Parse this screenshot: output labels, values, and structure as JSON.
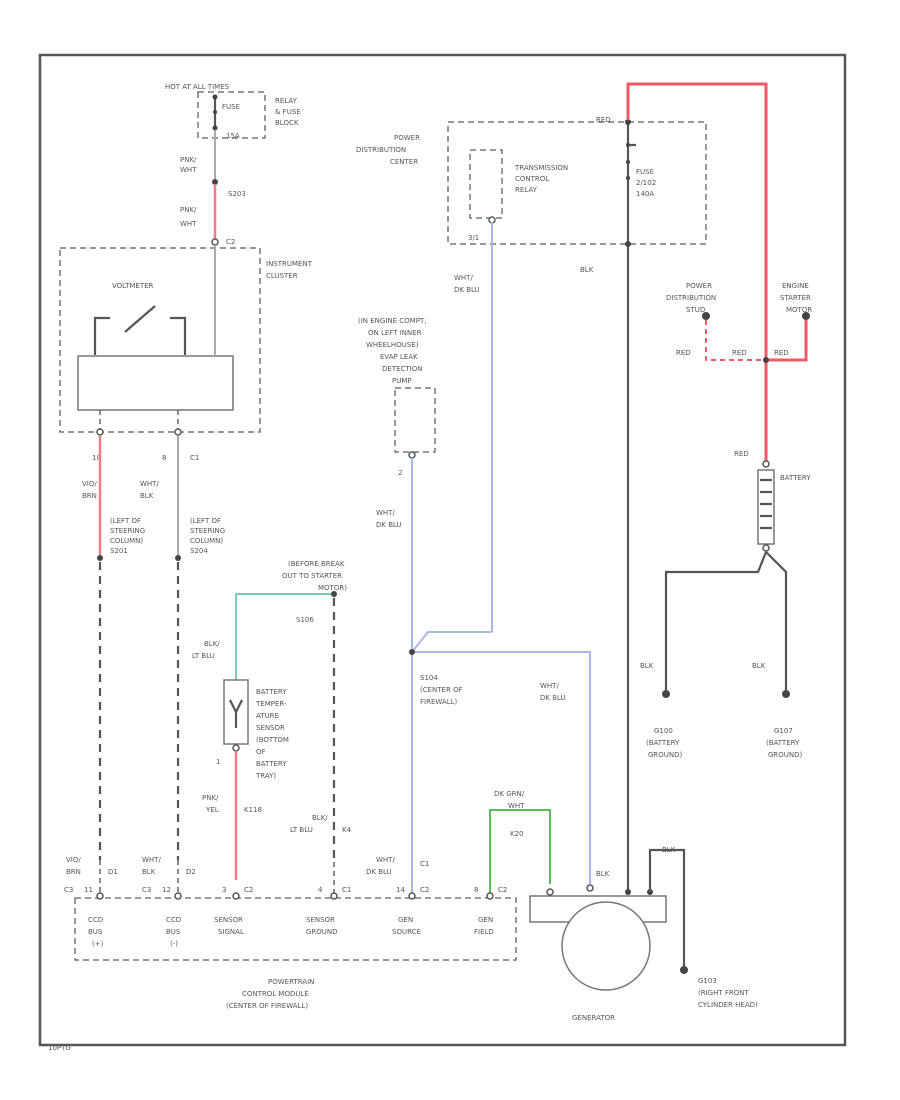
{
  "diagram": {
    "id_label": "10PTG",
    "top_left": {
      "hot_label": "HOT AT ALL TIMES",
      "fuse_label": "FUSE",
      "fuse_rating": "15A",
      "relay_label": [
        "RELAY",
        "& FUSE",
        "BLOCK"
      ],
      "wire1_color": [
        "PNK/",
        "WHT"
      ],
      "splice": "S203",
      "wire2_color": [
        "PNK/",
        "WHT"
      ],
      "connector": "C2"
    },
    "instrument_cluster": {
      "label": [
        "INSTRUMENT",
        "CLUSTER"
      ],
      "voltmeter": "VOLTMETER",
      "pin_left": "10",
      "pin_right": "8",
      "conn_right": "C1"
    },
    "cluster_wires": {
      "left_color": [
        "VIO/",
        "BRN"
      ],
      "left_loc": [
        "(LEFT OF",
        "STEERING",
        "COLUMN)",
        "S201"
      ],
      "right_color": [
        "WHT/",
        "BLK"
      ],
      "right_loc": [
        "(LEFT OF",
        "STEERING",
        "COLUMN)",
        "S204"
      ]
    },
    "pdc": {
      "label": [
        "POWER",
        "DISTRIBUTION",
        "CENTER"
      ],
      "relay_label": [
        "TRANSMISSION",
        "CONTROL",
        "RELAY"
      ],
      "fuse_label": [
        "FUSE",
        "2/102",
        "140A"
      ],
      "fuse_wire": "RED",
      "pin": "3/1",
      "out_wire": "BLK"
    },
    "starter_area": {
      "pd_stud": [
        "POWER",
        "DISTRIBUTION",
        "STUD"
      ],
      "starter_motor": [
        "ENGINE",
        "STARTER",
        "MOTOR"
      ],
      "wire_left": "RED",
      "wire_mid": "RED",
      "wire_right": "RED"
    },
    "battery": {
      "label": "BATTERY",
      "pos_wire": "RED",
      "ground_left_wire": "BLK",
      "ground_right_wire": "BLK",
      "ground_left": [
        "G100",
        "(BATTERY",
        "GROUND)"
      ],
      "ground_right": [
        "G107",
        "(BATTERY",
        "GROUND)"
      ]
    },
    "leak_pump": {
      "label": [
        "(IN ENGINE COMPT,",
        "ON LEFT INNER",
        "WHEELHOUSE)",
        "EVAP LEAK",
        "DETECTION",
        "PUMP"
      ],
      "pin": "2",
      "wire_top": [
        "WHT/",
        "DK BLU"
      ],
      "wire_down": [
        "WHT/",
        "DK BLU"
      ]
    },
    "temp_sensor": {
      "ground_note": [
        "(BEFORE BREAK",
        "OUT TO STARTER",
        "MOTOR)"
      ],
      "splice": "S106",
      "wire_top": [
        "BLK/",
        "LT BLU"
      ],
      "label": [
        "BATTERY",
        "TEMPER-",
        "ATURE",
        "SENSOR",
        "(BOTTOM",
        "OF",
        "BATTERY",
        "TRAY)"
      ],
      "pin": "1",
      "wire_bottom": [
        "PNK/",
        "YEL"
      ],
      "wire_bottom_id": "K118",
      "ground_wire": [
        "BLK/",
        "LT BLU"
      ],
      "ground_id": "K4"
    },
    "s104": {
      "label": [
        "S104",
        "(CENTER OF",
        "FIREWALL)"
      ],
      "wire_right": [
        "WHT/",
        "DK BLU"
      ]
    },
    "field": {
      "wire": [
        "DK GRN/",
        "WHT"
      ],
      "id": "K20"
    },
    "pcm": {
      "label": [
        "POWERTRAIN",
        "CONTROL MODULE",
        "(CENTER OF FIREWALL)"
      ],
      "pins": [
        {
          "wire": [
            "VIO/",
            "BRN"
          ],
          "id": "D1",
          "conn": "C3",
          "num": "11",
          "name": [
            "CCD",
            "BUS"
          ],
          "sub": "(+)"
        },
        {
          "wire": [
            "WHT/",
            "BLK"
          ],
          "id": "D2",
          "conn": "C3",
          "num": "12",
          "name": [
            "CCD",
            "BUS"
          ],
          "sub": "(-)"
        },
        {
          "wire": [],
          "id": "",
          "conn": "C2",
          "num": "3",
          "name": [
            "SENSOR",
            "SIGNAL"
          ],
          "sub": ""
        },
        {
          "wire": [],
          "id": "",
          "conn": "C1",
          "num": "4",
          "name": [
            "SENSOR",
            "GROUND"
          ],
          "sub": ""
        },
        {
          "wire": [
            "WHT/",
            "DK BLU"
          ],
          "id": "C1",
          "conn": "C2",
          "num": "14",
          "name": [
            "GEN",
            "SOURCE"
          ],
          "sub": ""
        },
        {
          "wire": [],
          "id": "",
          "conn": "C2",
          "num": "8",
          "name": [
            "GEN",
            "FIELD"
          ],
          "sub": ""
        }
      ]
    },
    "generator": {
      "label": "GENERATOR",
      "out_wire": "BLK",
      "ground_wire": "BLK",
      "ground": [
        "G103",
        "(RIGHT FRONT",
        "CYLINDER HEAD)"
      ]
    }
  }
}
